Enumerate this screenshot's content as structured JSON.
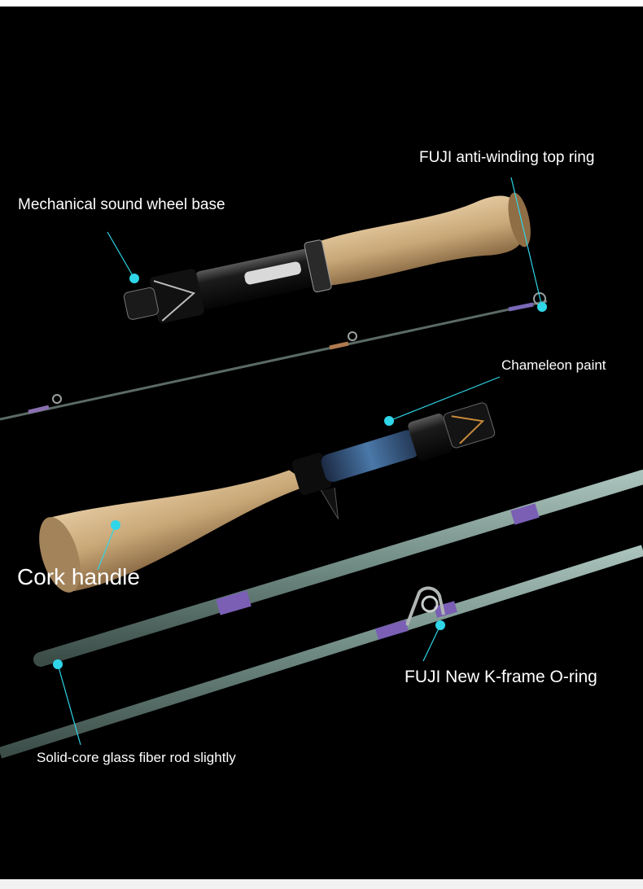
{
  "labels": {
    "top_ring": "FUJI anti-winding top ring",
    "wheel_base": "Mechanical sound wheel base",
    "chameleon": "Chameleon paint",
    "cork": "Cork handle",
    "kframe": "FUJI New K-frame O-ring",
    "glass": "Solid-core glass fiber rod slightly"
  },
  "colors": {
    "background": "#000000",
    "callout": "#2fd6e8",
    "cork": "#c9a878",
    "metal": "#151515",
    "chameleon": "#3a5f8f",
    "glass_rod": "#7f9a93"
  }
}
